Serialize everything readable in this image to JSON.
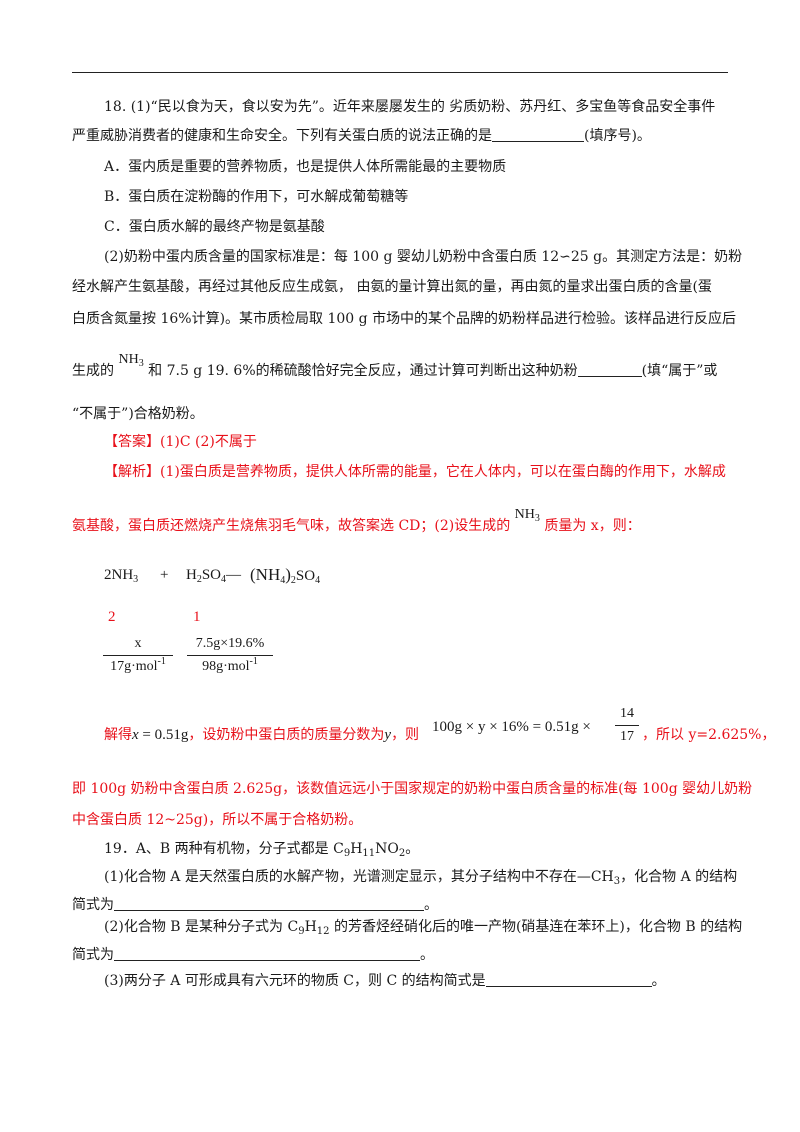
{
  "q18": {
    "line1": "18. (1)“民以食为天，食以安为先”。近年来屡屡发生的  劣质奶粉、苏丹红、多宝鱼等食品安全事件",
    "line2a": "严重威胁消费者的健康和生命安全。下列有关蛋白质的说法正确的是",
    "line2b": "(填序号)。",
    "optA": "A．蛋内质是重要的营养物质，也是提供人体所需能最的主要物质",
    "optB": "B．蛋白质在淀粉酶的作用下，可水解成葡萄糖等",
    "optC": "C．蛋白质水解的最终产物是氨基酸",
    "p2_line1": "(2)奶粉中蛋内质含量的国家标准是：每 100 g 婴幼儿奶粉中含蛋白质 12∽25 g。其测定方法是：奶粉",
    "p2_line2": "经水解产生氨基酸，再经过其他反应生成氨，  由氨的量计算出氮的量，再由氮的量求出蛋白质的含量(蛋",
    "p2_line3": "白质含氮量按 16%计算)。某市质检局取 100 g 市场中的某个品牌的奶粉样品进行检验。该样品进行反应后",
    "p2_line4a": "生成的",
    "p2_line4_formula": "NH",
    "p2_line4_sub": "3",
    "p2_line4b": "和  7.5 g 19. 6%的稀硫酸恰好完全反应，通过计算可判断出这种奶粉",
    "p2_line4c": "(填“属于”或",
    "p2_line5": "“不属于”)合格奶粉。"
  },
  "answer": {
    "tag": "【答案】",
    "text": "(1)C        (2)不属于"
  },
  "analysis": {
    "tag": "【解析】",
    "line1": "(1)蛋白质是营养物质，提供人体所需的能量，它在人体内，可以在蛋白酶的作用下，水解成",
    "line2a": "氨基酸，蛋白质还燃烧产生烧焦羽毛气味，故答案选 CD；(2)设生成的",
    "line2_formula": "NH",
    "line2_sub": "3",
    "line2b": "质量为 x，则：",
    "eq_left": "2NH",
    "eq_left_sub": "3",
    "eq_plus": "+",
    "eq_mid": "H",
    "eq_mid_sub1": "2",
    "eq_mid_so": "SO",
    "eq_mid_sub2": "4",
    "eq_dash": "—",
    "eq_right_a": "(NH",
    "eq_right_sub1": "4",
    "eq_right_b": ")",
    "eq_right_sub2": "2",
    "eq_right_c": "SO",
    "eq_right_sub3": "4",
    "coef1": "2",
    "coef2": "1",
    "frac1_num": "x",
    "frac1_den": "17g·mol",
    "frac1_den_sup": "-1",
    "frac2_num": "7.5g×19.6%",
    "frac2_den": "98g·mol",
    "frac2_den_sup": "-1",
    "solve_a": "解得",
    "solve_x": "x",
    "solve_eq": " = 0.51g",
    "solve_b": "，设奶粉中蛋白质的质量分数为",
    "solve_y": "y",
    "solve_c": "，则",
    "solve_expr": "100g × y × 16% = 0.51g ×",
    "solve_frac_num": "14",
    "solve_frac_den": "17",
    "solve_d": "，所以 y=2.625%，",
    "line_last1": "即 100g 奶粉中含蛋白质 2.625g，该数值远远小于国家规定的奶粉中蛋白质含量的标准(每 100g 婴幼儿奶粉",
    "line_last2": "中含蛋白质 12~25g)，所以不属于合格奶粉。"
  },
  "q19": {
    "line1a": "19．A、B 两种有机物，分子式都是 C",
    "line1_s1": "9",
    "line1b": "H",
    "line1_s2": "11",
    "line1c": "NO",
    "line1_s3": "2",
    "line1d": "。",
    "p1_line1a": "(1)化合物 A 是天然蛋白质的水解产物，光谱测定显示，其分子结构中不存在—CH",
    "p1_sub": "3",
    "p1_line1b": "，化合物 A 的结构",
    "p1_line2a": "简式为",
    "p1_line2b": "。",
    "p2_line1a": "(2)化合物 B 是某种分子式为 C",
    "p2_s1": "9",
    "p2_line1b": "H",
    "p2_s2": "12",
    "p2_line1c": " 的芳香烃经硝化后的唯一产物(硝基连在苯环上)，化合物 B 的结构",
    "p2_line2a": "简式为",
    "p2_line2b": "。",
    "p3_line1a": "(3)两分子 A 可形成具有六元环的物质 C，则 C 的结构简式是",
    "p3_line1b": "。"
  }
}
